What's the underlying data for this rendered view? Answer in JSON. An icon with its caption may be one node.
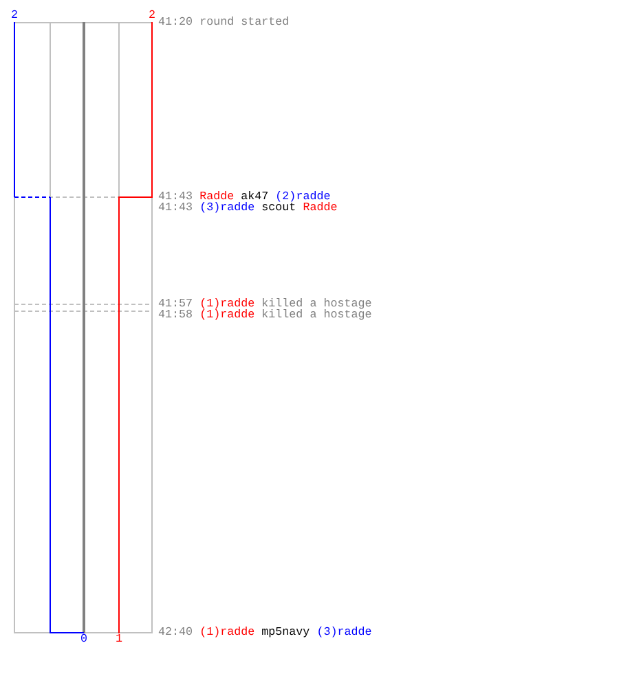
{
  "diagram": {
    "labels": [
      "2",
      "2",
      "41:20",
      "round started",
      "41:43",
      "Radde",
      "ak47",
      "(2)radde",
      "41:43",
      "(3)radde",
      "scout",
      "Radde",
      "41:57",
      "(1)radde",
      "killed a hostage",
      "41:58",
      "(1)radde",
      "killed a hostage",
      "0",
      "1",
      "42:40",
      "(1)radde",
      "mp5navy",
      "(3)radde"
    ]
  }
}
